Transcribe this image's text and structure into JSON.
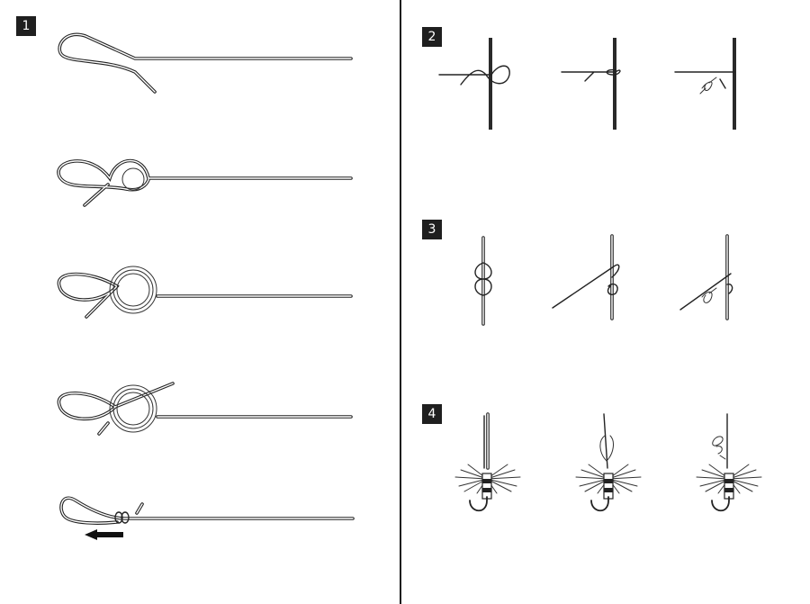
{
  "steps": [
    {
      "number": "1"
    },
    {
      "number": "2"
    },
    {
      "number": "3"
    },
    {
      "number": "4"
    }
  ],
  "colors": {
    "ink": "#222222",
    "badge_bg": "#1f1f1f",
    "badge_text": "#ffffff",
    "background": "#ffffff"
  }
}
